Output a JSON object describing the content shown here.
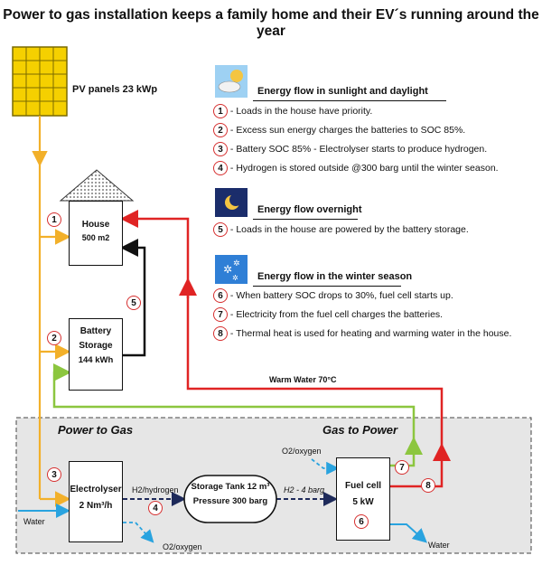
{
  "title": "Power to gas installation keeps a family home and their EV´s running around the year",
  "pv": {
    "label": "PV panels 23 kWp"
  },
  "house": {
    "name": "House",
    "area": "500 m2"
  },
  "battery": {
    "line1": "Battery",
    "line2": "Storage",
    "capacity": "144 kWh"
  },
  "legend": {
    "sun": {
      "title": "Energy flow in sunlight and daylight",
      "icon": "sun-cloud-icon",
      "items": [
        {
          "n": "1",
          "text": "- Loads in the house have priority."
        },
        {
          "n": "2",
          "text": "- Excess sun energy charges the batteries to SOC 85%."
        },
        {
          "n": "3",
          "text": "- Battery SOC 85% - Electrolyser starts to produce hydrogen."
        },
        {
          "n": "4",
          "text": "- Hydrogen is stored outside @300 barg until the winter season."
        }
      ]
    },
    "night": {
      "title": "Energy flow overnight",
      "icon": "moon-icon",
      "items": [
        {
          "n": "5",
          "text": "- Loads in the house are powered by the battery storage."
        }
      ]
    },
    "winter": {
      "title": "Energy flow in the winter season",
      "icon": "snowflake-icon",
      "items": [
        {
          "n": "6",
          "text": "- When battery SOC drops to 30%, fuel cell starts up."
        },
        {
          "n": "7",
          "text": "- Electricity from the fuel cell charges the batteries."
        },
        {
          "n": "8",
          "text": "- Thermal heat is used for heating and warming water in the house."
        }
      ]
    }
  },
  "warm_water": "Warm Water 70°C",
  "sections": {
    "p2g": "Power to Gas",
    "g2p": "Gas to Power"
  },
  "electrolyser": {
    "name": "Electrolyser",
    "rate": "2 Nm³/h"
  },
  "tank": {
    "line1": "Storage Tank 12 m³",
    "line2": "Pressure 300 barg"
  },
  "fuelcell": {
    "name": "Fuel cell",
    "power": "5 kW"
  },
  "flows": {
    "h2_hydrogen": "H2/hydrogen",
    "h2_4bar": "H2 - 4 barg",
    "o2_top": "O2/oxygen",
    "o2_bottom": "O2/oxygen",
    "water_in": "Water",
    "water_out": "Water"
  },
  "markers": [
    "1",
    "2",
    "3",
    "4",
    "5",
    "6",
    "7",
    "8"
  ],
  "colors": {
    "yellow": "#f2b02a",
    "red": "#e02424",
    "green": "#8cc63f",
    "blue": "#29a3df",
    "navy": "#1e2a5a",
    "grid_bg": "#e6e6e6",
    "pv": "#f5d000"
  }
}
